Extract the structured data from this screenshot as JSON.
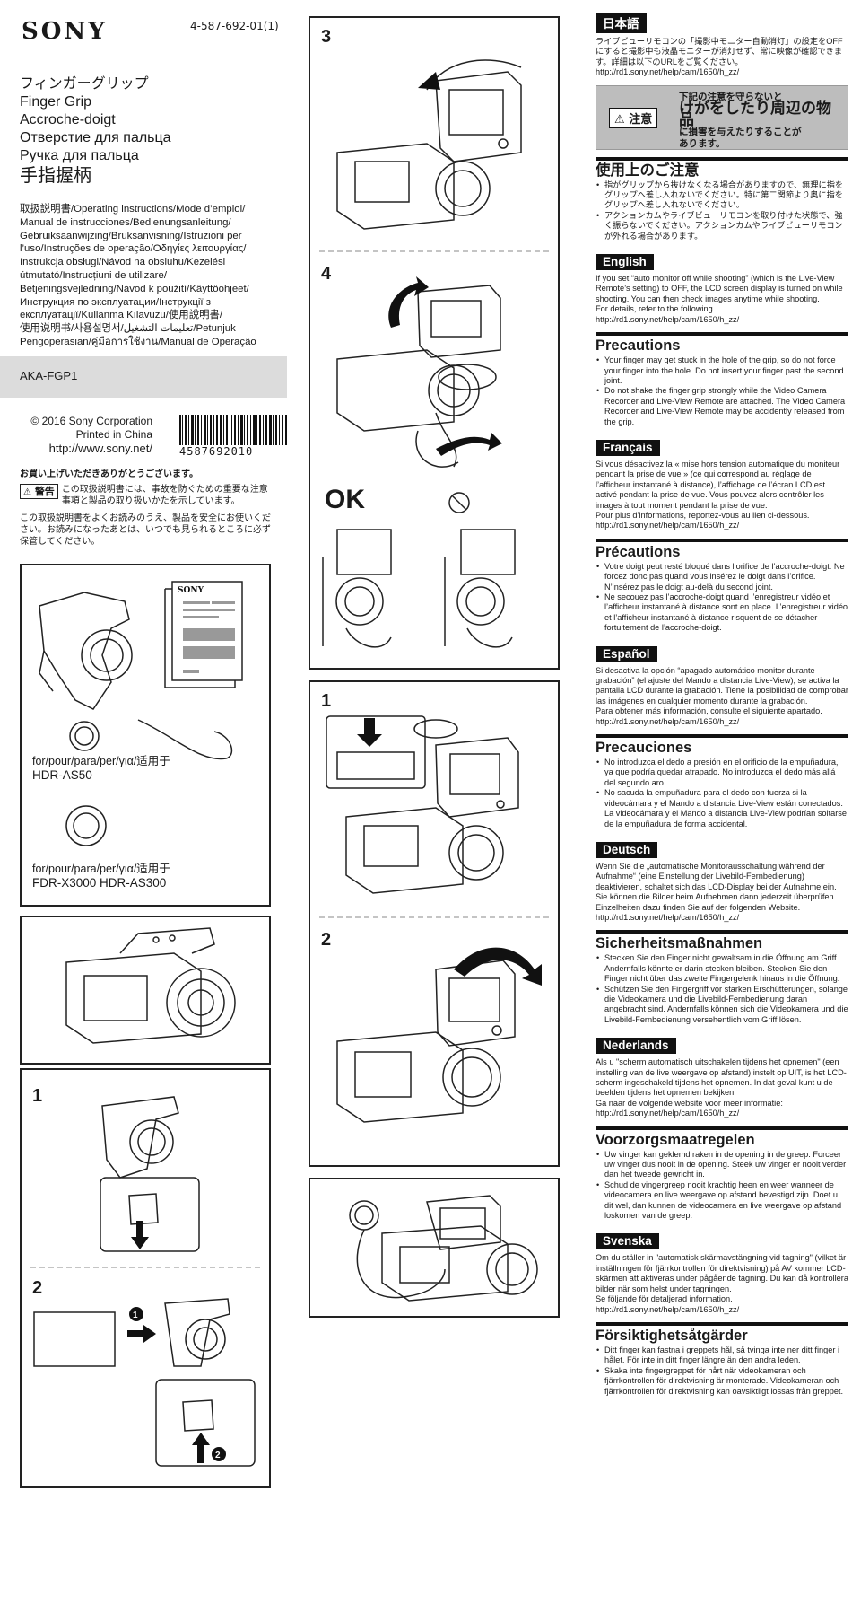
{
  "header": {
    "brand": "SONY",
    "part_number": "4-587-692-01(1)",
    "product_titles": [
      "フィンガーグリップ",
      "Finger Grip",
      "Accroche-doigt",
      "Отверстие для пальца",
      "Ручка для пальца",
      "手指握柄"
    ],
    "document_names": [
      "取扱説明書/Operating instructions/Mode d’emploi/",
      "Manual de instrucciones/Bedienungsanleitung/",
      "Gebruiksaanwijzing/Bruksanvisning/Istruzioni per",
      "l’uso/Instruções de operação/Οδηγίες λειτουργίας/",
      "Instrukcja obsługi/Návod na obsluhu/Kezelési",
      "útmutató/Instrucțiuni de utilizare/",
      "Betjeningsvejledning/Návod k použití/Käyttöohjeet/",
      "Инструкция по эксплуатации/Інструкції з",
      "експлуатації/Kullanma Kılavuzu/使用說明書/",
      "使用说明书/사용설명서/تعليمات التشغيل/Petunjuk",
      "Pengoperasian/คู่มือการใช้งาน/Manual de Operação"
    ],
    "model": "AKA-FGP1"
  },
  "copyright": {
    "line1": "© 2016  Sony Corporation",
    "line2": "Printed in China",
    "url": "http://www.sony.net/",
    "barcode_number": "4587692010"
  },
  "jp_intro": {
    "thanks": "お買い上げいただきありがとうございます。",
    "warning_badge": "警告",
    "warning_text": "この取扱説明書には、事故を防ぐための重要な注意事項と製品の取り扱いかたを示しています。",
    "read_text": "この取扱説明書をよくお読みのうえ、製品を安全にお使いください。お読みになったあとは、いつでも見られるところに必ず保管してください。"
  },
  "figures": {
    "package_doc_brand": "SONY",
    "for_label_1": "for/pour/para/per/για/适用于",
    "for_model_1": "HDR-AS50",
    "for_label_2": "for/pour/para/per/για/适用于",
    "for_model_2": "FDR-X3000    HDR-AS300",
    "step_1": "1",
    "step_2": "2",
    "step_3": "3",
    "step_4": "4",
    "ok": "OK",
    "callout_1": "1",
    "callout_2": "2"
  },
  "japanese": {
    "tag": "日本語",
    "intro": "ライブビューリモコンの「撮影中モニター自動消灯」の設定をOFFにすると撮影中も液晶モニターが消灯せず、常に映像が確認できます。詳細は以下のURLをご覧ください。",
    "url": "http://rd1.sony.net/help/cam/1650/h_zz/",
    "caution_badge": "注意",
    "caution_line1": "下記の注意を守らないと",
    "caution_big1": "けがをしたり周辺の物品",
    "caution_big2": "に損害を与えたりすることが",
    "caution_line4": "あります。",
    "section_title": "使用上のご注意",
    "bullets": [
      "指がグリップから抜けなくなる場合がありますので、無理に指をグリップへ差し入れないでください。特に第二関節より奥に指をグリップへ差し入れないでください。",
      "アクションカムやライブビューリモコンを取り付けた状態で、強く振らないでください。アクションカムやライブビューリモコンが外れる場合があります。"
    ]
  },
  "english": {
    "tag": "English",
    "intro": "If you set “auto monitor off while shooting” (which is the Live-View Remote’s setting) to OFF, the LCD screen display is turned on while shooting. You can then check images anytime while shooting.",
    "details": "For details, refer to the following.",
    "url": "http://rd1.sony.net/help/cam/1650/h_zz/",
    "section_title": "Precautions",
    "bullets": [
      "Your finger may get stuck in the hole of the grip, so do not force your finger into the hole. Do not insert your finger past the second joint.",
      "Do not shake the finger grip strongly while the Video Camera Recorder and Live-View Remote are attached. The Video Camera Recorder and Live-View Remote may be accidently released from the grip."
    ]
  },
  "french": {
    "tag": "Français",
    "intro": "Si vous désactivez la « mise hors tension automatique du moniteur pendant la prise de vue » (ce qui correspond au réglage de l’afficheur instantané à distance), l’affichage de l’écran LCD est activé pendant la prise de vue. Vous pouvez alors contrôler les images à tout moment pendant la prise de vue.",
    "details": "Pour plus d’informations, reportez-vous au lien ci-dessous.",
    "url": "http://rd1.sony.net/help/cam/1650/h_zz/",
    "section_title": "Précautions",
    "bullets": [
      "Votre doigt peut resté bloqué dans l’orifice de l’accroche-doigt. Ne forcez donc pas quand vous insérez le doigt dans l’orifice. N’insérez pas le doigt au-delà du second joint.",
      "Ne secouez pas l’accroche-doigt quand l’enregistreur vidéo et l’afficheur instantané à distance sont en place. L’enregistreur vidéo et l’afficheur instantané à distance risquent de se détacher fortuitement de l’accroche-doigt."
    ]
  },
  "spanish": {
    "tag": "Español",
    "intro": "Si desactiva la opción “apagado automático monitor durante grabación” (el ajuste del Mando a distancia Live-View), se activa la pantalla LCD durante la grabación. Tiene la posibilidad de comprobar las imágenes en cualquier momento durante la grabación.",
    "details": "Para obtener más información, consulte el siguiente apartado.",
    "url": "http://rd1.sony.net/help/cam/1650/h_zz/",
    "section_title": "Precauciones",
    "bullets": [
      "No introduzca el dedo a presión en el orificio de la empuñadura, ya que podría quedar atrapado. No introduzca el dedo más allá del segundo aro.",
      "No sacuda la empuñadura para el dedo con fuerza si la videocámara y el Mando a distancia Live-View están conectados. La videocámara y el Mando a distancia Live-View podrían soltarse de la empuñadura de forma accidental."
    ]
  },
  "german": {
    "tag": "Deutsch",
    "intro": "Wenn Sie die „automatische Monitorausschaltung während der Aufnahme“ (eine Einstellung der Livebild-Fernbedienung) deaktivieren, schaltet sich das LCD-Display bei der Aufnahme ein. Sie können die Bilder beim Aufnehmen dann jederzeit überprüfen.",
    "details": "Einzelheiten dazu finden Sie auf der folgenden Website.",
    "url": "http://rd1.sony.net/help/cam/1650/h_zz/",
    "section_title": "Sicherheitsmaßnahmen",
    "bullets": [
      "Stecken Sie den Finger nicht gewaltsam in die Öffnung am Griff. Andernfalls könnte er darin stecken bleiben. Stecken Sie den Finger nicht über das zweite Fingergelenk hinaus in die Öffnung.",
      "Schützen Sie den Fingergriff vor starken Erschütterungen, solange die Videokamera und die Livebild-Fernbedienung daran angebracht sind. Andernfalls können sich die Videokamera und die Livebild-Fernbedienung versehentlich vom Griff lösen."
    ]
  },
  "dutch": {
    "tag": "Nederlands",
    "intro": "Als u \"scherm automatisch uitschakelen tijdens het opnemen\" (een instelling van de live weergave op afstand) instelt op UIT, is het LCD-scherm ingeschakeld tijdens het opnemen. In dat geval kunt u de beelden tijdens het opnemen bekijken.",
    "details": "Ga naar de volgende website voor meer informatie:",
    "url": "http://rd1.sony.net/help/cam/1650/h_zz/",
    "section_title": "Voorzorgsmaatregelen",
    "bullets": [
      "Uw vinger kan geklemd raken in de opening in de greep. Forceer uw vinger dus nooit in de opening. Steek uw vinger er nooit verder dan het tweede gewricht in.",
      "Schud de vingergreep nooit krachtig heen en weer wanneer de videocamera en live weergave op afstand bevestigd zijn. Doet u dit wel, dan kunnen de videocamera en live weergave op afstand loskomen van de greep."
    ]
  },
  "swedish": {
    "tag": "Svenska",
    "intro": "Om du ställer in \"automatisk skärmavstängning vid tagning\" (vilket är inställningen för fjärrkontrollen för direktvisning) på AV kommer LCD-skärmen att aktiveras under pågående tagning. Du kan då kontrollera bilder när som helst under tagningen.",
    "details": "Se följande för detaljerad information.",
    "url": "http://rd1.sony.net/help/cam/1650/h_zz/",
    "section_title": "Försiktighetsåtgärder",
    "bullets": [
      "Ditt finger kan fastna i greppets hål, så tvinga inte ner ditt finger i hålet. För inte in ditt finger längre än den andra leden.",
      "Skaka inte fingergreppet för hårt när videokameran och fjärrkontrollen för direktvisning är monterade. Videokameran och fjärrkontrollen för direktvisning kan oavsiktligt lossas från greppet."
    ]
  }
}
